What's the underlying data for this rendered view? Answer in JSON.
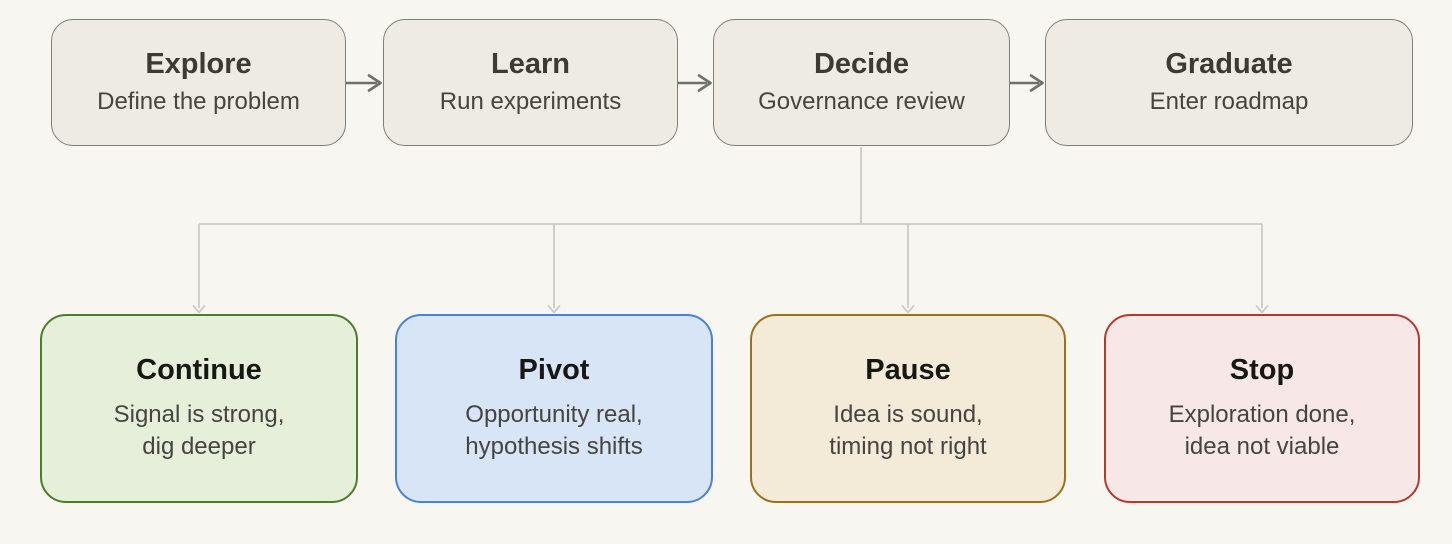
{
  "diagram": {
    "background": "#f8f6f0",
    "stage_fill": "#edebe3",
    "stage_border": "#7f7e78",
    "arrow_color": "#70706a",
    "connector_color": "#cccbc5",
    "stage_title_color": "#3b3a35",
    "outcome_title_color": "#181813",
    "subtitle_color": "#454440"
  },
  "stages": [
    {
      "title": "Explore",
      "subtitle": "Define the problem"
    },
    {
      "title": "Learn",
      "subtitle": "Run experiments"
    },
    {
      "title": "Decide",
      "subtitle": "Governance review"
    },
    {
      "title": "Graduate",
      "subtitle": "Enter roadmap"
    }
  ],
  "outcomes": [
    {
      "title": "Continue",
      "subtitle": "Signal is strong,\ndig deeper",
      "border_color": "#4e7b2c",
      "fill_color": "#e5efda"
    },
    {
      "title": "Pivot",
      "subtitle": "Opportunity real,\nhypothesis shifts",
      "border_color": "#4a83d6",
      "fill_color": "#d8e5f6"
    },
    {
      "title": "Pause",
      "subtitle": "Idea is sound,\ntiming not right",
      "border_color": "#9a721c",
      "fill_color": "#f3ead8"
    },
    {
      "title": "Stop",
      "subtitle": "Exploration done,\nidea not viable",
      "border_color": "#b33a32",
      "fill_color": "#f7e8e7"
    }
  ]
}
